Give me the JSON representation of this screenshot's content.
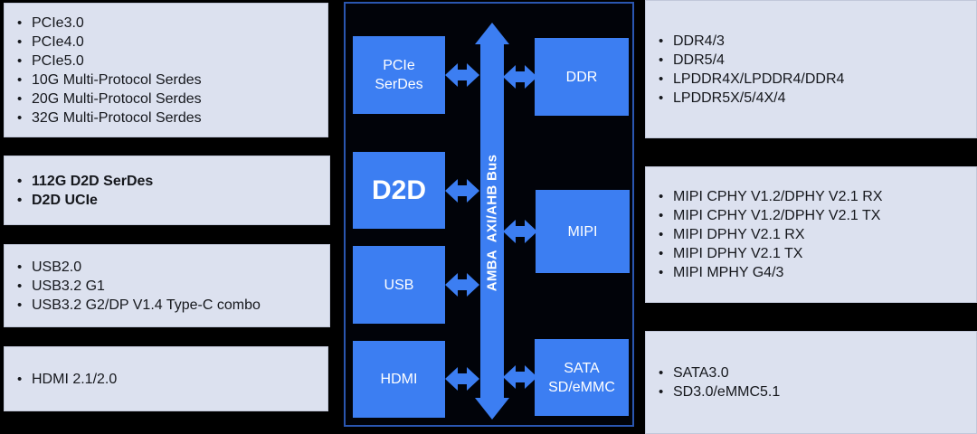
{
  "colors": {
    "background": "#000000",
    "panel_border": "#2a56b0",
    "block_blue": "#3c7ef2",
    "listbox_bg": "#dce1ef",
    "listbox_border": "#c2c8da",
    "list_text": "#15171c",
    "block_text": "#ffffff"
  },
  "left_panels": [
    {
      "name": "pcie-features",
      "bold": false,
      "items": [
        "PCIe3.0",
        "PCIe4.0",
        "PCIe5.0",
        "10G Multi-Protocol Serdes",
        "20G Multi-Protocol Serdes",
        "32G Multi-Protocol Serdes"
      ]
    },
    {
      "name": "d2d-features",
      "bold": true,
      "items": [
        "112G D2D SerDes",
        "D2D UCIe"
      ]
    },
    {
      "name": "usb-features",
      "bold": false,
      "items": [
        "USB2.0",
        "USB3.2 G1",
        "USB3.2 G2/DP V1.4 Type-C combo"
      ]
    },
    {
      "name": "hdmi-features",
      "bold": false,
      "items": [
        "HDMI 2.1/2.0"
      ]
    }
  ],
  "right_panels": [
    {
      "name": "ddr-features",
      "bold": false,
      "items": [
        "DDR4/3",
        "DDR5/4",
        "LPDDR4X/LPDDR4/DDR4",
        "LPDDR5X/5/4X/4"
      ]
    },
    {
      "name": "mipi-features",
      "bold": false,
      "items": [
        "MIPI CPHY V1.2/DPHY V2.1 RX",
        "MIPI CPHY V1.2/DPHY V2.1 TX",
        "MIPI DPHY V2.1 RX",
        "MIPI DPHY V2.1 TX",
        "MIPI MPHY G4/3"
      ]
    },
    {
      "name": "sata-features",
      "bold": false,
      "items": [
        "SATA3.0",
        "SD3.0/eMMC5.1"
      ]
    }
  ],
  "soc_diagram": {
    "bus_label": "AMBA  AXI/AHB Bus",
    "blocks": {
      "pcie_serdes": "PCIe\nSerDes",
      "d2d": "D2D",
      "usb": "USB",
      "hdmi": "HDMI",
      "ddr": "DDR",
      "mipi": "MIPI",
      "sata": "SATA\nSD/eMMC"
    }
  }
}
